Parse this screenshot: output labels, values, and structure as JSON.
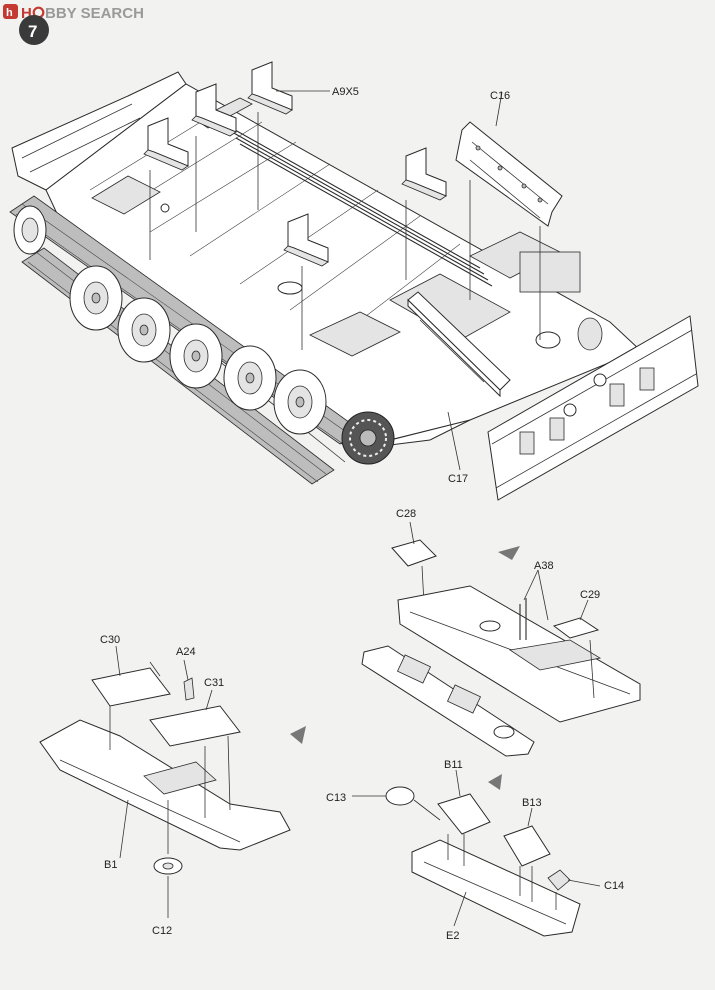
{
  "header": {
    "watermark_prefix": "H",
    "watermark_text": "BBY SEARCH",
    "step_number": "7"
  },
  "labels": {
    "a9x5": "A9X5",
    "c16": "C16",
    "c17": "C17",
    "c28": "C28",
    "a38": "A38",
    "c29": "C29",
    "c30": "C30",
    "a24": "A24",
    "c31": "C31",
    "b1": "B1",
    "c12": "C12",
    "b11": "B11",
    "c13": "C13",
    "b13": "B13",
    "c14": "C14",
    "e2": "E2"
  },
  "colors": {
    "paper": "#f2f2f0",
    "ink": "#2b2b2b",
    "logo_red": "#c43a32",
    "logo_gray": "#9a9a9a",
    "badge": "#3a3a3a"
  }
}
